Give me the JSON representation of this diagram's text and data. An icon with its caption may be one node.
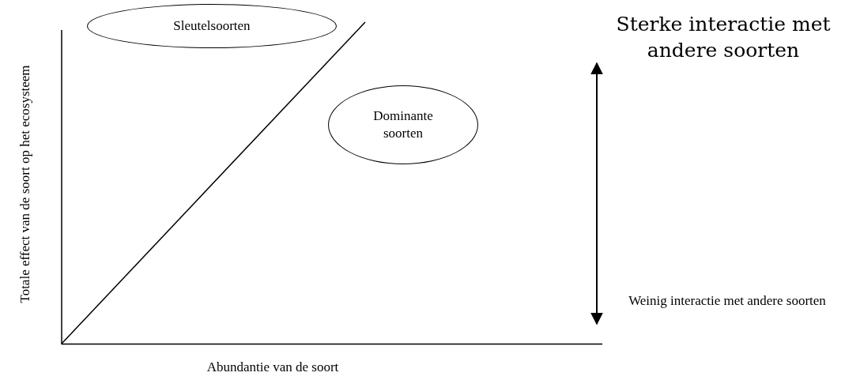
{
  "diagram": {
    "nodes": [
      {
        "text": [
          "Sleutelsoorten"
        ]
      },
      {
        "text": [
          "Dominante soorten"
        ]
      }
    ],
    "labels": [
      "Totale effect van de soort op het ecosysteem",
      "Sterke interactie met andere soorten",
      "Weinig interactie met andere soorten",
      "Abundantie van de soort"
    ]
  }
}
